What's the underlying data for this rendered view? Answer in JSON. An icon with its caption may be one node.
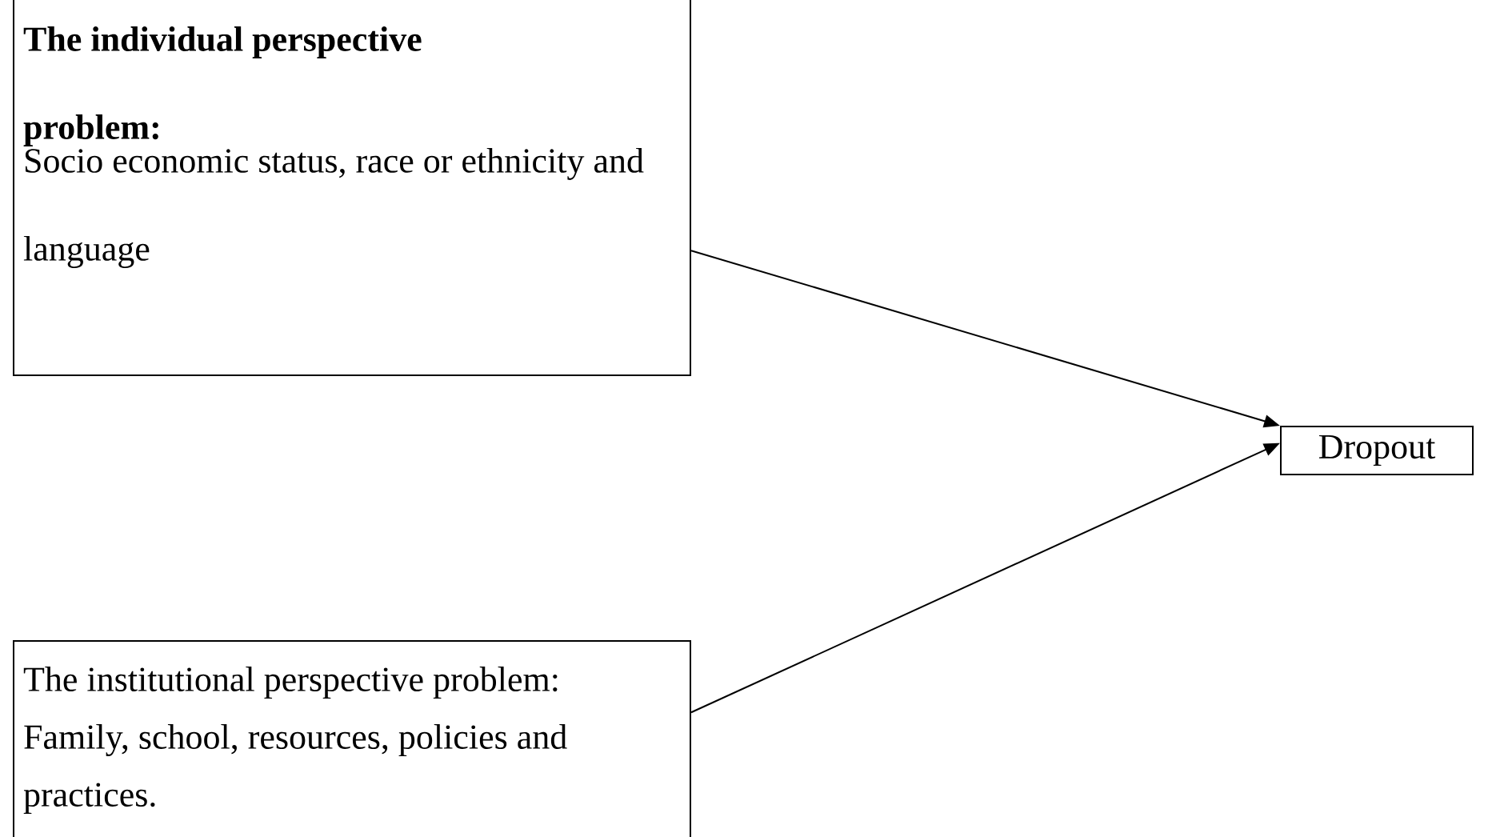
{
  "diagram": {
    "nodes": [
      {
        "text": [
          "The individual perspective problem:",
          "Socio economic status, race or ethnicity and language"
        ]
      },
      {
        "text": [
          "The institutional perspective problem: Family, school, resources, policies and practices."
        ]
      },
      {
        "text": [
          "Dropout"
        ]
      }
    ],
    "edges": [
      {
        "from": 0,
        "to": 2,
        "arrow": "to"
      },
      {
        "from": 1,
        "to": 2,
        "arrow": "to"
      }
    ]
  }
}
